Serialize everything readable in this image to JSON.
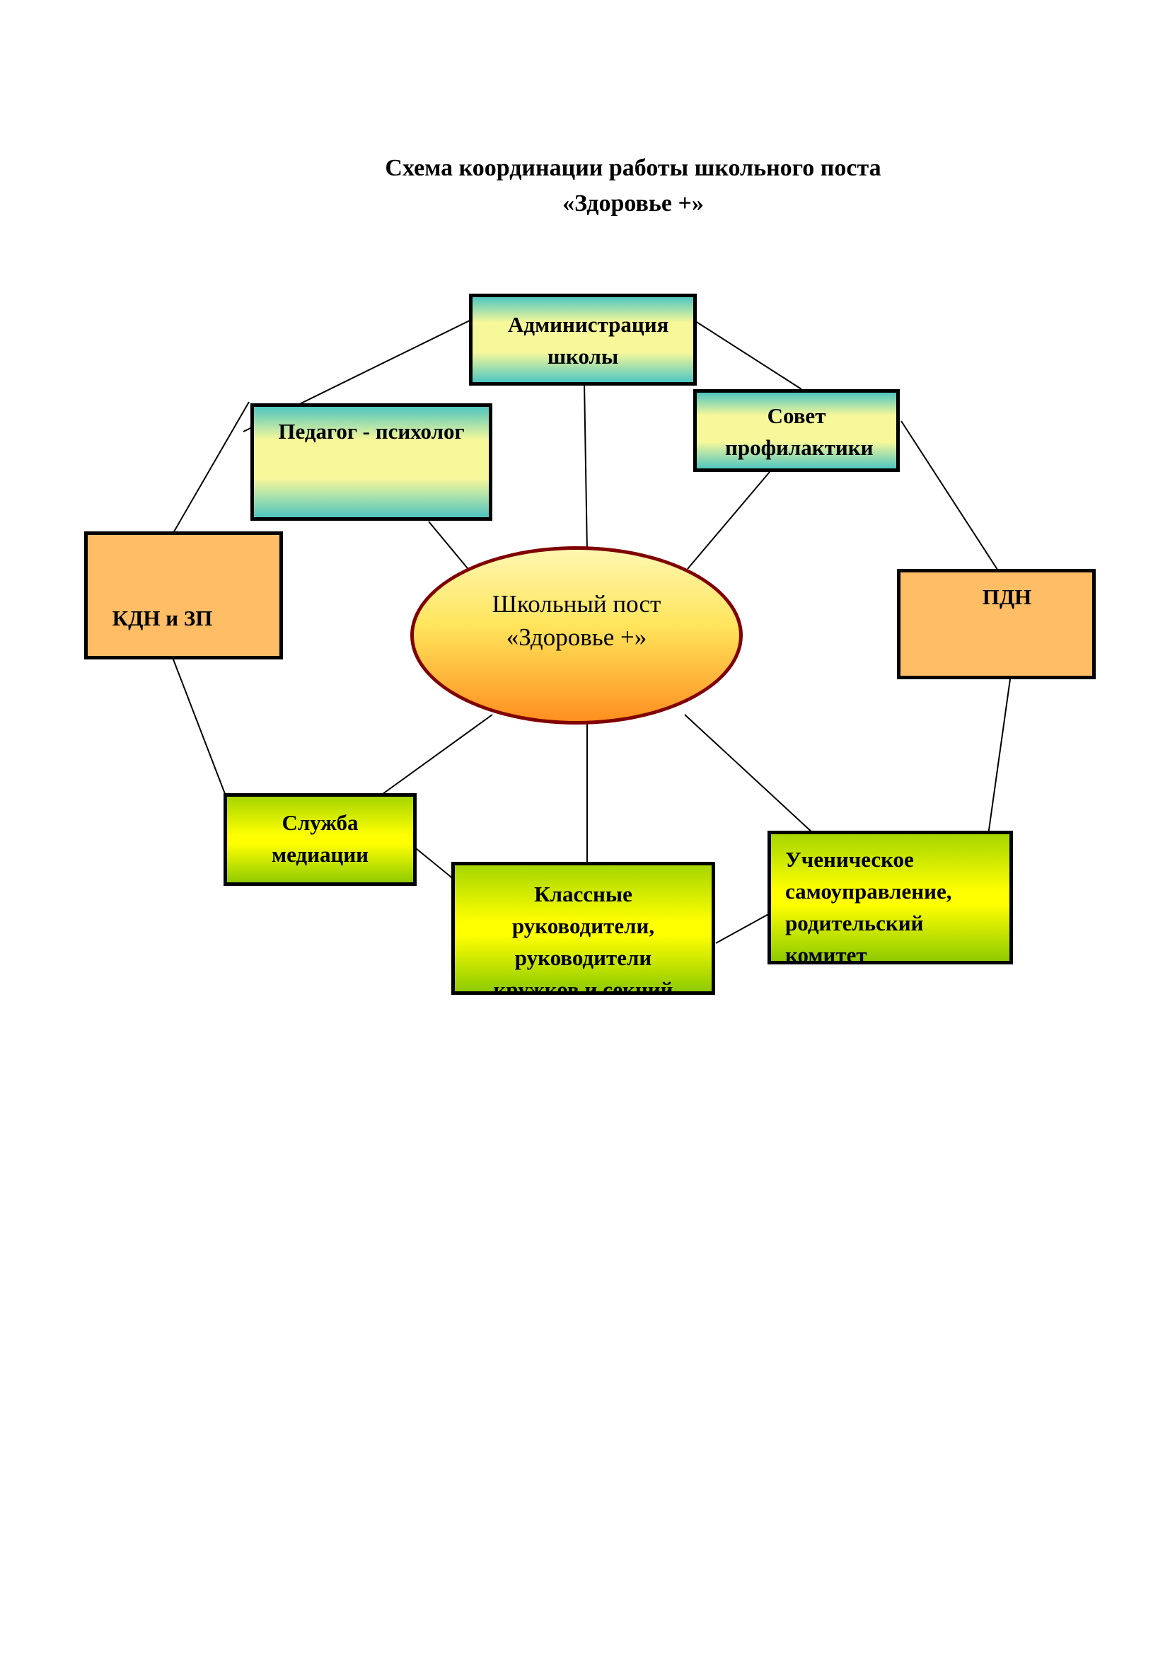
{
  "title": {
    "line1": "Схема координации работы школьного поста",
    "line2": "«Здоровье +»"
  },
  "center": {
    "label": "Школьный пост «Здоровье +»"
  },
  "nodes": {
    "administration": "Администрация школы",
    "psychologist": "Педагог - психолог",
    "prevention_council": "Совет профилактики",
    "kdn": "КДН и ЗП",
    "pdn": "ПДН",
    "mediation": "Служба медиации",
    "class_teachers": "Классные руководители, руководители кружков и секций",
    "student_government": "Ученическое самоуправление, родительский комитет"
  },
  "colors": {
    "cyan_gradient": "#4fc6c0",
    "yellow_light": "#f7f89a",
    "orange_fill": "#ffbe66",
    "green_gradient": "#a6d600",
    "yellow_bright": "#ffff00",
    "oval_border": "#800000",
    "oval_bottom": "#ff8f20"
  }
}
